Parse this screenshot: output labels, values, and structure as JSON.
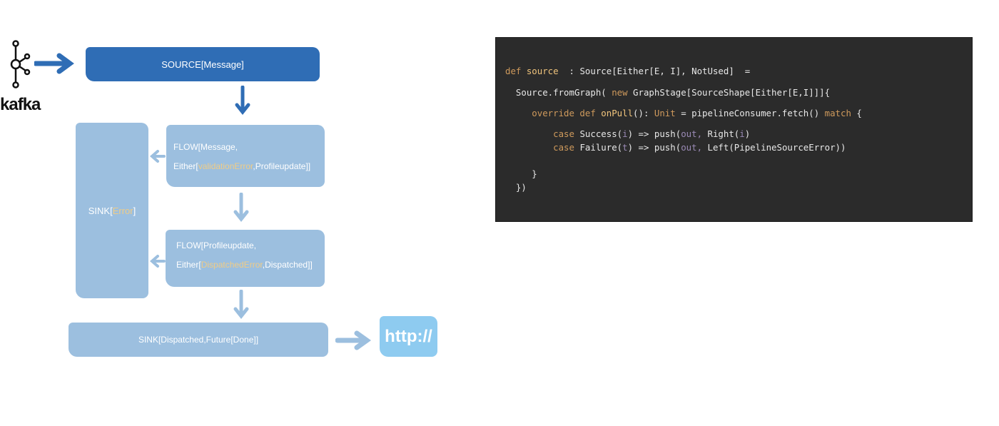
{
  "diagram": {
    "kafka_label": "kafka",
    "source": "SOURCE[Message]",
    "flow1": {
      "line1": "FLOW[Message,",
      "prefix": "Either[",
      "error": "validationError",
      "rest": ",Profileupdate]]"
    },
    "sink_error": {
      "prefix": "SINK[",
      "error": "Error",
      "suffix": "]"
    },
    "flow2": {
      "line1": "FLOW[Profileupdate,",
      "prefix": "Either[",
      "error": "DispatchedError",
      "rest": ",Dispatched]]"
    },
    "sink_dispatched": "SINK[Dispatched,Future[Done]]",
    "http": "http://",
    "colors": {
      "source": "#2f6db5",
      "stage": "#9cbfdf",
      "highlight": "#f0cc86",
      "http": "#8ecbf0"
    }
  },
  "code": {
    "lines": [
      [
        [
          "kw",
          "def "
        ],
        [
          "fn",
          "source"
        ],
        [
          "",
          "  : Source[Either[E, I], NotUsed]  ="
        ]
      ],
      [
        [
          "",
          "  Source.fromGraph( "
        ],
        [
          "kw",
          "new"
        ],
        [
          "",
          " GraphStage[SourceShape[Either[E,I]]]{"
        ]
      ],
      [
        [
          "kw",
          "     override def "
        ],
        [
          "fn",
          "onPull"
        ],
        [
          "",
          "(): "
        ],
        [
          "kw",
          "Unit"
        ],
        [
          "",
          " = pipelineConsumer.fetch() "
        ],
        [
          "kw",
          "match"
        ],
        [
          "",
          " {"
        ]
      ],
      [
        [
          "kw",
          "         case"
        ],
        [
          "",
          " Success("
        ],
        [
          "var",
          "i"
        ],
        [
          "",
          ") => push("
        ],
        [
          "var",
          "out,"
        ],
        [
          "",
          " Right("
        ],
        [
          "var",
          "i"
        ],
        [
          "",
          ")"
        ]
      ],
      [
        [
          "kw",
          "         case"
        ],
        [
          "",
          " Failure("
        ],
        [
          "var",
          "t"
        ],
        [
          "",
          ") => push("
        ],
        [
          "var",
          "out,"
        ],
        [
          "",
          " Left(PipelineSourceError))"
        ]
      ],
      [
        [
          "",
          "     }"
        ]
      ],
      [
        [
          "",
          "  })"
        ]
      ]
    ],
    "colors": {
      "background": "#2b2b2b",
      "keyword": "#cf9a5c",
      "variable": "#9a8ab5",
      "text": "#e8e8e8"
    }
  }
}
